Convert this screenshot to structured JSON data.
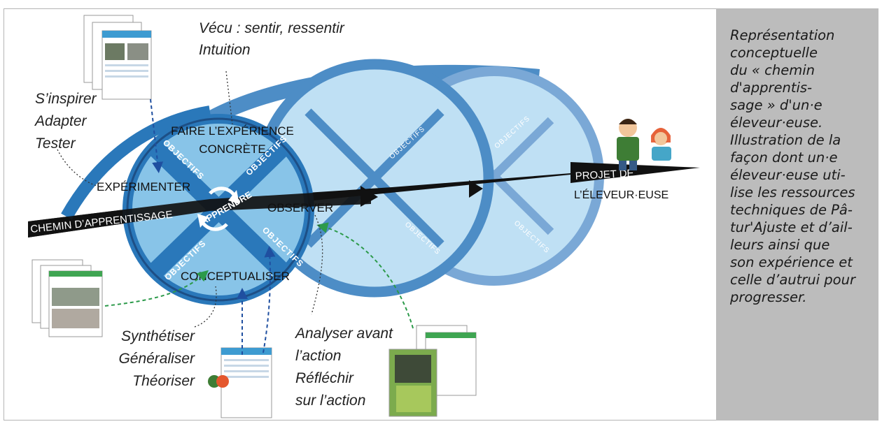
{
  "diagram": {
    "vecu_lines": [
      "Vécu : sentir, ressentir",
      "Intuition"
    ],
    "inspirer_lines": [
      "S’inspirer",
      "Adapter",
      "Tester"
    ],
    "synth_lines": [
      "Synthétiser",
      "Généraliser",
      "Théoriser"
    ],
    "analyser_lines": [
      "Analyser avant",
      "l’action",
      "Réfléchir",
      "sur l’action"
    ],
    "faire_lines": [
      "FAIRE L’EXPÉRIENCE",
      "CONCRÈTE"
    ],
    "experimenter": "EXPÉRIMENTER",
    "observer": "OBSERVER",
    "conceptualiser": "CONCEPTUALISER",
    "apprendre": "APPRENDRE",
    "chemin": "CHEMIN D’APPRENTISSAGE",
    "projet_lines": [
      "PROJET DE",
      "L’ÉLEVEUR·EUSE"
    ],
    "objectifs": "OBJECTIFS"
  },
  "caption_lines": [
    "Représentation",
    "conceptuelle",
    "du « chemin",
    "d'apprentis-",
    "sage » d'un·e",
    "éleveur·euse.",
    "Illustration de la",
    "façon dont un·e",
    "éleveur·euse uti-",
    "lise les ressources",
    "techniques de Pâ-",
    "tur'Ajuste et d’ail-",
    "leurs ainsi que",
    "son expérience et",
    "celle d’autrui pour",
    "progresser."
  ],
  "colors": {
    "wheel_fill": "#88c4e8",
    "wheel_ring": "#2a78ba",
    "wheel_dark": "#1d4f86",
    "ghost_fill": "#bfe0f4",
    "ghost_ring": "#4d8dc6",
    "arrow": "#111111",
    "sidebar_bg": "#bcbcbc",
    "green_dash": "#2c9a4a",
    "blue_dash": "#1f4fa0"
  }
}
